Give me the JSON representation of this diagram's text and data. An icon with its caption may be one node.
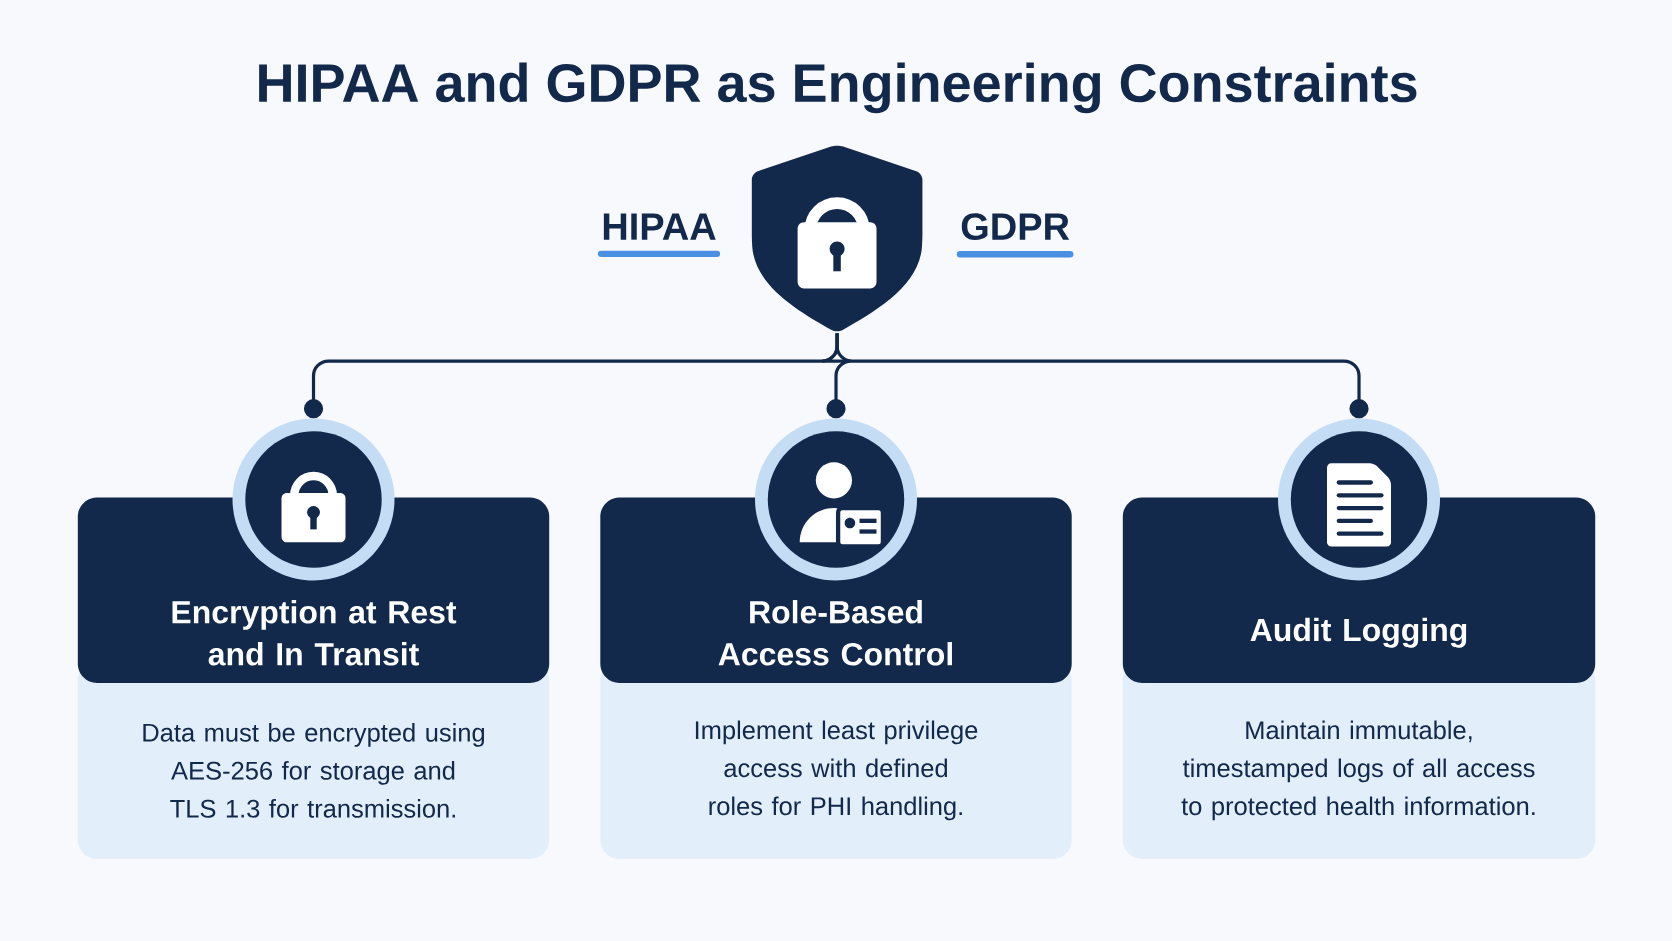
{
  "diagram": {
    "title": "HIPAA and GDPR as Engineering Constraints",
    "nodes": [
      {
        "text": [],
        "shape": "shield"
      },
      {
        "text": [
          "Encryption at Rest and In Transit",
          "Data must be encrypted using AES-256 for storage and TLS 1.3 for transmission."
        ]
      },
      {
        "text": [
          "Role-Based Access Control",
          "Implement least privilege access with defined roles for PHI handling."
        ]
      },
      {
        "text": [
          "Audit Logging",
          "Maintain immutable, timestamped logs of all access to protected health information."
        ]
      }
    ],
    "edges": [
      {
        "from": 0,
        "to": 1,
        "arrow": "other"
      },
      {
        "from": 0,
        "to": 2,
        "arrow": "other"
      },
      {
        "from": 0,
        "to": 3,
        "arrow": "other"
      }
    ],
    "labels": [
      "HIPAA",
      "GDPR"
    ]
  }
}
